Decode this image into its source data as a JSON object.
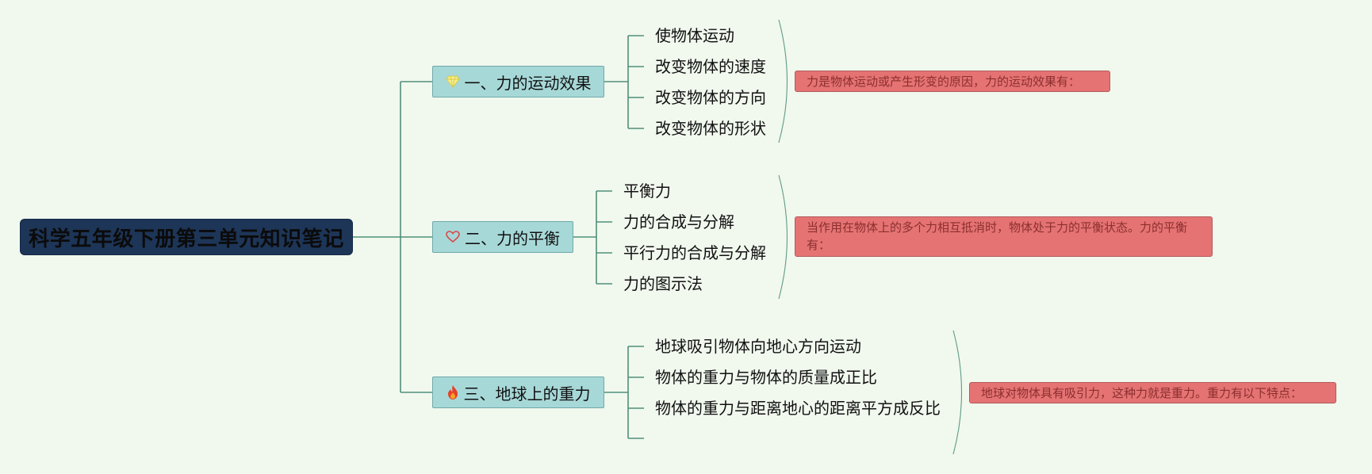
{
  "root": {
    "title": "科学五年级下册第三单元知识笔记"
  },
  "branches": [
    {
      "icon": "diamond-icon",
      "label": "一、力的运动效果",
      "leaves": [
        "使物体运动",
        "改变物体的速度",
        "改变物体的方向",
        "改变物体的形状"
      ],
      "note": "力是物体运动或产生形变的原因，力的运动效果有："
    },
    {
      "icon": "heart-icon",
      "label": "二、力的平衡",
      "leaves": [
        "平衡力",
        "力的合成与分解",
        "平行力的合成与分解",
        "力的图示法"
      ],
      "note": "当作用在物体上的多个力相互抵消时，物体处于力的平衡状态。力的平衡有："
    },
    {
      "icon": "fire-icon",
      "label": "三、地球上的重力",
      "leaves": [
        "地球吸引物体向地心方向运动",
        "物体的重力与物体的质量成正比",
        "物体的重力与距离地心的距离平方成反比",
        ""
      ],
      "note": "地球对物体具有吸引力，这种力就是重力。重力有以下特点："
    }
  ],
  "colors": {
    "background": "#f1f8ee",
    "root": "#1d3557",
    "branch": "#a7d8d8",
    "connector": "#4f8f7a",
    "note": "#e57373",
    "note_text": "#8c2f2f"
  }
}
